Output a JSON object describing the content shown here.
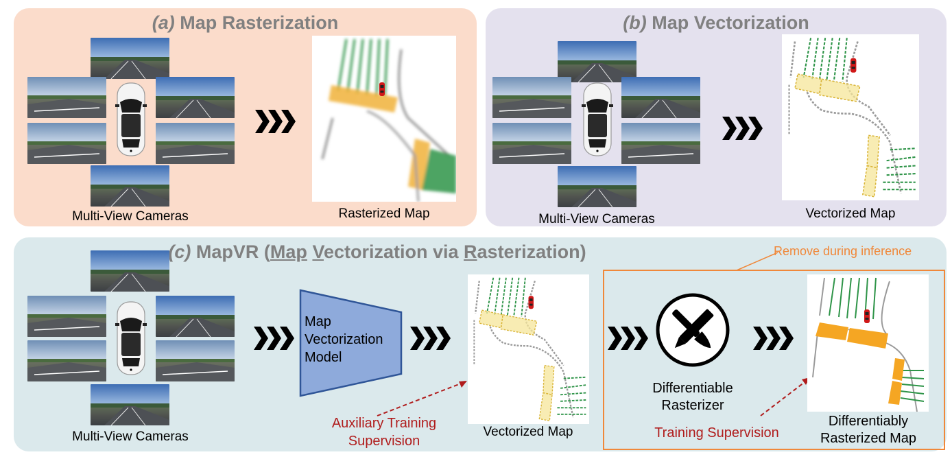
{
  "panels": {
    "a": {
      "letter": "(a)",
      "title": "Map Rasterization",
      "cams_label": "Multi-View Cameras",
      "map_label": "Rasterized Map"
    },
    "b": {
      "letter": "(b)",
      "title": "Map Vectorization",
      "cams_label": "Multi-View Cameras",
      "map_label": "Vectorized Map"
    },
    "c": {
      "letter": "(c)",
      "title_prefix": "MapVR  (",
      "title_map": "Map",
      "title_v": "V",
      "title_ectorization": "ectorization via ",
      "title_r": "R",
      "title_suffix": "asterization)",
      "cams_label": "Multi-View Cameras",
      "model_line1": "Map",
      "model_line2": "Vectorization",
      "model_line3": "Model",
      "aux_line1": "Auxiliary Training",
      "aux_line2": "Supervision",
      "vec_label": "Vectorized Map",
      "remove_label": "Remove during inference",
      "rasterizer_line1": "Differentiable",
      "rasterizer_line2": "Rasterizer",
      "training_label": "Training Supervision",
      "diff_line1": "Differentiably",
      "diff_line2": "Rasterized Map"
    }
  },
  "colors": {
    "panel_a": "#fbdccb",
    "panel_b": "#e4e1ee",
    "panel_c": "#dbe9ec",
    "model_fill": "#8eaadb",
    "model_stroke": "#2f5597",
    "lane_green": "#2e9448",
    "crosswalk_yellow": "#f2c84b",
    "supervision_red": "#b01c1c",
    "remove_orange": "#f0883a"
  },
  "icons": [
    "car-icon",
    "chevron-arrow-icon",
    "pencil-brush-icon",
    "red-car-marker-icon"
  ]
}
